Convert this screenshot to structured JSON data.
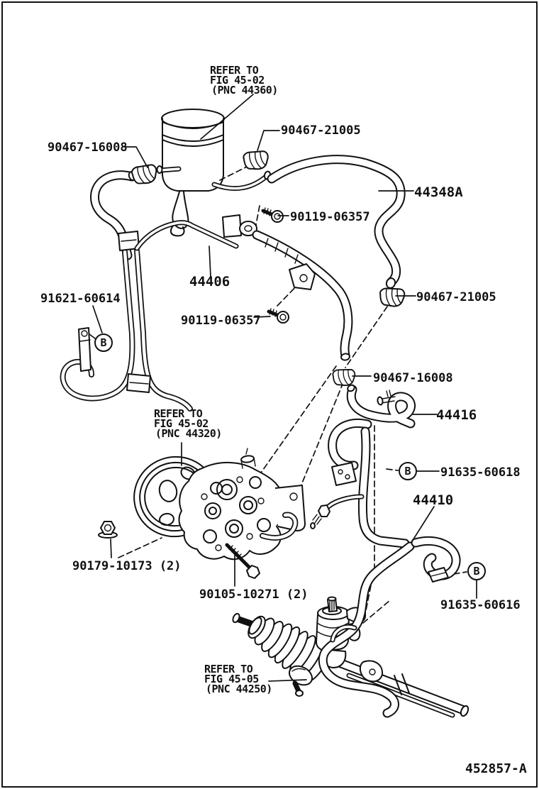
{
  "page": {
    "ink": "#111111",
    "paper": "#ffffff",
    "footer_code": "452857-A"
  },
  "refer_notes": {
    "reservoir": [
      "REFER TO",
      "FIG 45-02",
      "(PNC 44360)"
    ],
    "pump": [
      "REFER TO",
      "FIG 45-02",
      "(PNC 44320)"
    ],
    "steering_gear": [
      "REFER TO",
      "FIG 45-05",
      "(PNC 44250)"
    ]
  },
  "part_labels": {
    "clamp_top_left": "90467-16008",
    "clamp_top": "90467-21005",
    "return_hose": "44348A",
    "bolt_top": "90119-06357",
    "tube_assy": "44406",
    "clamp_bracket_left": "91621-60614",
    "bolt_mid": "90119-06357",
    "clamp_right": "90467-21005",
    "clamp_mid": "90467-16008",
    "hose_44416": "44416",
    "gasket_upper": "91635-60618",
    "pressure_hose": "44410",
    "pump_nut": "90179-10173 (2)",
    "pump_bolt": "90105-10271 (2)",
    "gasket_lower": "91635-60616"
  },
  "markers": {
    "b": "B"
  }
}
